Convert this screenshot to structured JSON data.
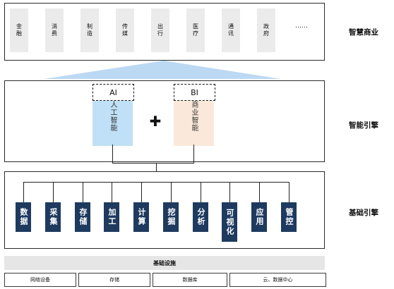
{
  "business": {
    "label": "智慧商业",
    "industries": [
      "金融",
      "消费",
      "制造",
      "传媒",
      "出行",
      "医疗",
      "通讯",
      "政府"
    ],
    "more": "……"
  },
  "engine": {
    "label": "智能引擎",
    "ai": {
      "head": "AI",
      "body": "人工智能"
    },
    "bi": {
      "head": "BI",
      "body": "商业智能"
    },
    "plus": "✚"
  },
  "foundation": {
    "label": "基础引擎",
    "functions": [
      "数据",
      "采集",
      "存储",
      "加工",
      "计算",
      "挖掘",
      "分析",
      "可视化",
      "应用",
      "管控"
    ]
  },
  "infrastructure": {
    "title": "基础设施",
    "items": [
      "网络设备",
      "存储",
      "数据库",
      "云、数据中心"
    ]
  },
  "colors": {
    "ai_fill": "#bfe0f6",
    "bi_fill": "#fae9da",
    "function_fill": "#1e3a5f",
    "industry_fill": "#ebebeb",
    "arrow_fill": "#bcd9f3",
    "infra_fill": "#e6e6e6"
  }
}
